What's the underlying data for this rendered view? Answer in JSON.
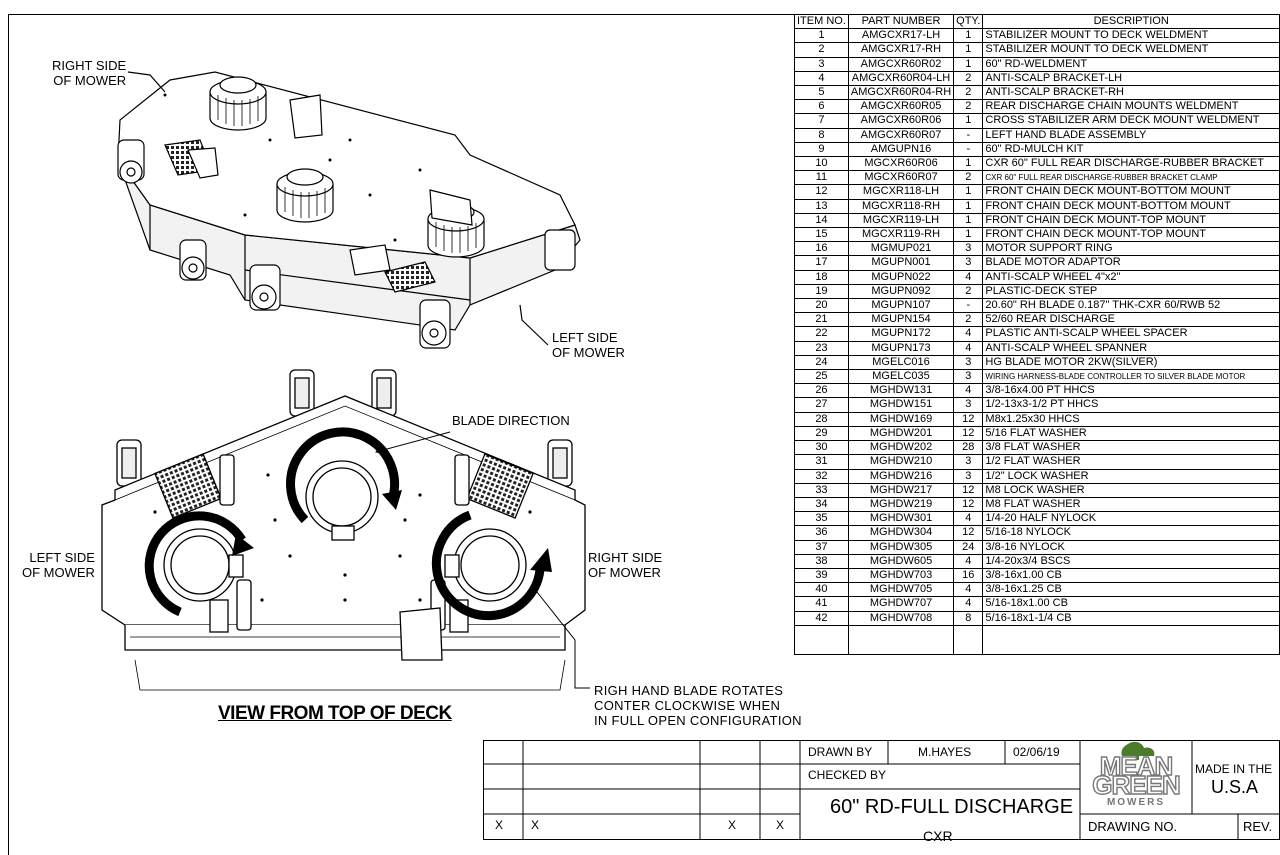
{
  "labels": {
    "top_right_side": "RIGHT SIDE\nOF MOWER",
    "top_left_side": "LEFT SIDE\nOF MOWER",
    "blade_direction": "BLADE DIRECTION",
    "bottom_left_side": "LEFT SIDE\nOF MOWER",
    "bottom_right_side": "RIGHT SIDE\nOF MOWER",
    "note": "RIGH HAND BLADE ROTATES\nCONTER CLOCKWISE WHEN\nIN FULL OPEN CONFIGURATION",
    "view_title": "VIEW FROM TOP OF DECK"
  },
  "bom": {
    "headers": [
      "ITEM NO.",
      "PART NUMBER",
      "QTY.",
      "DESCRIPTION"
    ],
    "rows": [
      [
        "1",
        "AMGCXR17-LH",
        "1",
        "STABILIZER MOUNT TO DECK WELDMENT"
      ],
      [
        "2",
        "AMGCXR17-RH",
        "1",
        "STABILIZER MOUNT TO DECK WELDMENT"
      ],
      [
        "3",
        "AMGCXR60R02",
        "1",
        "60\" RD-WELDMENT"
      ],
      [
        "4",
        "AMGCXR60R04-LH",
        "2",
        "ANTI-SCALP BRACKET-LH"
      ],
      [
        "5",
        "AMGCXR60R04-RH",
        "2",
        "ANTI-SCALP BRACKET-RH"
      ],
      [
        "6",
        "AMGCXR60R05",
        "2",
        "REAR DISCHARGE CHAIN MOUNTS WELDMENT"
      ],
      [
        "7",
        "AMGCXR60R06",
        "1",
        "CROSS STABILIZER ARM DECK MOUNT WELDMENT"
      ],
      [
        "8",
        "AMGCXR60R07",
        "-",
        "LEFT HAND BLADE ASSEMBLY"
      ],
      [
        "9",
        "AMGUPN16",
        "-",
        "60\" RD-MULCH KIT"
      ],
      [
        "10",
        "MGCXR60R06",
        "1",
        "CXR 60\" FULL REAR DISCHARGE-RUBBER BRACKET"
      ],
      [
        "11",
        "MGCXR60R07",
        "2",
        "CXR 60\" FULL REAR DISCHARGE-RUBBER BRACKET CLAMP"
      ],
      [
        "12",
        "MGCXR118-LH",
        "1",
        "FRONT CHAIN DECK MOUNT-BOTTOM MOUNT"
      ],
      [
        "13",
        "MGCXR118-RH",
        "1",
        "FRONT CHAIN DECK MOUNT-BOTTOM MOUNT"
      ],
      [
        "14",
        "MGCXR119-LH",
        "1",
        "FRONT CHAIN DECK MOUNT-TOP MOUNT"
      ],
      [
        "15",
        "MGCXR119-RH",
        "1",
        "FRONT CHAIN DECK MOUNT-TOP MOUNT"
      ],
      [
        "16",
        "MGMUP021",
        "3",
        "MOTOR SUPPORT RING"
      ],
      [
        "17",
        "MGUPN001",
        "3",
        "BLADE MOTOR ADAPTOR"
      ],
      [
        "18",
        "MGUPN022",
        "4",
        "ANTI-SCALP WHEEL 4\"x2\""
      ],
      [
        "19",
        "MGUPN092",
        "2",
        "PLASTIC-DECK STEP"
      ],
      [
        "20",
        "MGUPN107",
        "-",
        "20.60\" RH BLADE 0.187\" THK-CXR 60/RWB 52"
      ],
      [
        "21",
        "MGUPN154",
        "2",
        "52/60 REAR DISCHARGE"
      ],
      [
        "22",
        "MGUPN172",
        "4",
        "PLASTIC ANTI-SCALP WHEEL SPACER"
      ],
      [
        "23",
        "MGUPN173",
        "4",
        "ANTI-SCALP WHEEL SPANNER"
      ],
      [
        "24",
        "MGELC016",
        "3",
        "HG BLADE MOTOR 2KW(SILVER)"
      ],
      [
        "25",
        "MGELC035",
        "3",
        "WIRING HARNESS-BLADE CONTROLLER TO SILVER BLADE MOTOR"
      ],
      [
        "26",
        "MGHDW131",
        "4",
        "3/8-16x4.00 PT HHCS"
      ],
      [
        "27",
        "MGHDW151",
        "3",
        "1/2-13x3-1/2 PT HHCS"
      ],
      [
        "28",
        "MGHDW169",
        "12",
        "M8x1.25x30 HHCS"
      ],
      [
        "29",
        "MGHDW201",
        "12",
        "5/16 FLAT WASHER"
      ],
      [
        "30",
        "MGHDW202",
        "28",
        "3/8 FLAT WASHER"
      ],
      [
        "31",
        "MGHDW210",
        "3",
        "1/2 FLAT WASHER"
      ],
      [
        "32",
        "MGHDW216",
        "3",
        "1/2\" LOCK WASHER"
      ],
      [
        "33",
        "MGHDW217",
        "12",
        "M8 LOCK WASHER"
      ],
      [
        "34",
        "MGHDW219",
        "12",
        "M8 FLAT WASHER"
      ],
      [
        "35",
        "MGHDW301",
        "4",
        "1/4-20 HALF NYLOCK"
      ],
      [
        "36",
        "MGHDW304",
        "12",
        "5/16-18 NYLOCK"
      ],
      [
        "37",
        "MGHDW305",
        "24",
        "3/8-16 NYLOCK"
      ],
      [
        "38",
        "MGHDW605",
        "4",
        "1/4-20x3/4 BSCS"
      ],
      [
        "39",
        "MGHDW703",
        "16",
        "3/8-16x1.00 CB"
      ],
      [
        "40",
        "MGHDW705",
        "4",
        "3/8-16x1.25 CB"
      ],
      [
        "41",
        "MGHDW707",
        "4",
        "5/16-18x1.00 CB"
      ],
      [
        "42",
        "MGHDW708",
        "8",
        "5/16-18x1-1/4 CB"
      ]
    ]
  },
  "title_block": {
    "drawn_by_label": "DRAWN BY",
    "drawn_by": "M.HAYES",
    "date": "02/06/19",
    "checked_by_label": "CHECKED BY",
    "title": "60\" RD-FULL DISCHARGE",
    "subtitle": "CXR",
    "revision_marks": [
      "X",
      "X",
      "X",
      "X"
    ],
    "logo_line1": "MEAN",
    "logo_line2": "GREEN",
    "logo_line3": "MOWERS",
    "made_in": "MADE IN THE",
    "usa": "U.S.A",
    "drawing_no_label": "DRAWING NO.",
    "rev_label": "REV."
  }
}
